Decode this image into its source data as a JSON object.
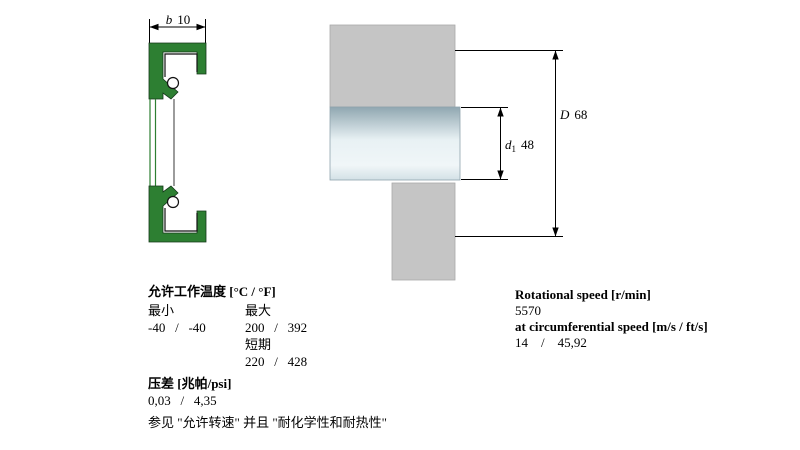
{
  "page": {
    "background": "#ffffff"
  },
  "colors": {
    "seal_green": "#2d7f32",
    "housing_gray": "#c5c5c5"
  },
  "dims": {
    "b": {
      "symbol": "b",
      "value": "10"
    },
    "d1": {
      "symbol": "d",
      "sub": "1",
      "value": "48"
    },
    "D": {
      "symbol": "D",
      "value": "68"
    }
  },
  "specs_left": {
    "temperature": {
      "title": "允许工作温度 [°C / °F]",
      "col_min": "最小",
      "col_max": "最大",
      "min_values": "-40   /   -40",
      "max_values": "200   /   392",
      "short_term_label": "短期",
      "short_term_values": "220   /   428"
    },
    "pressure": {
      "title": "压差 [兆帕/psi]",
      "values": "0,03   /   4,35"
    },
    "see_also": "参见 \"允许转速\" 并且 \"耐化学性和耐热性\""
  },
  "specs_right": {
    "rotational_speed_title": "Rotational speed [r/min]",
    "rotational_speed_value": "5570",
    "circumferential_title": "at circumferential speed [m/s / ft/s]",
    "circumferential_values": "14    /    45,92"
  }
}
